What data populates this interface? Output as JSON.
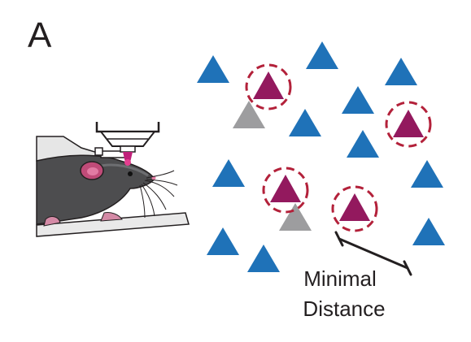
{
  "panel_label": "A",
  "annotation": {
    "line1": "Minimal",
    "line2": "Distance"
  },
  "colors": {
    "blue_cell": "#1f72b8",
    "magenta_cell": "#93195e",
    "gray_cell": "#9d9d9f",
    "dashed_ring": "#b3213a",
    "ink": "#231f20",
    "mouse_body": "#4d4d4f",
    "mouse_ear": "#c04b78"
  },
  "legend_icons": {
    "blue": "blue-triangle-icon",
    "magenta": "magenta-triangle-icon",
    "gray": "gray-triangle-icon",
    "ring": "dashed-ring-icon"
  }
}
